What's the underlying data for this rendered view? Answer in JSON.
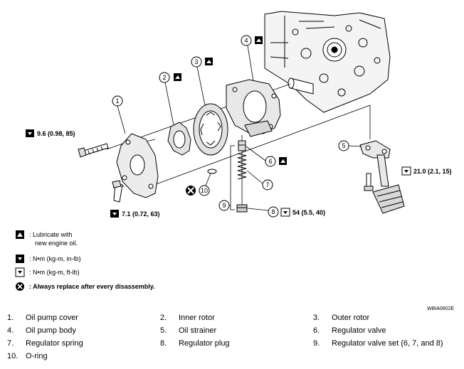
{
  "diagram": {
    "torques": {
      "bolt_cover": "9.6 (0.98, 85)",
      "bolt_lower": "7.1 (0.72, 63)",
      "strainer": "21.0 (2.1, 15)",
      "plug": "54 (5.5, 40)"
    },
    "callouts": [
      "1",
      "2",
      "3",
      "4",
      "5",
      "6",
      "7",
      "8",
      "9",
      "10"
    ],
    "legend": {
      "lubricate_line1": ": Lubricate with",
      "lubricate_line2": "new engine oil.",
      "torque_inlb": ": N•m (kg-m, in-lb)",
      "torque_ftlb": ": N•m (kg-m, ft-lb)",
      "replace": ": Always replace after every disassembly."
    },
    "reference_code": "WBIA0602E"
  },
  "parts_list": [
    {
      "num": "1.",
      "name": "Oil pump cover"
    },
    {
      "num": "2.",
      "name": "Inner rotor"
    },
    {
      "num": "3.",
      "name": "Outer rotor"
    },
    {
      "num": "4.",
      "name": "Oil pump body"
    },
    {
      "num": "5.",
      "name": "Oil strainer"
    },
    {
      "num": "6.",
      "name": "Regulator valve"
    },
    {
      "num": "7.",
      "name": "Regulator spring"
    },
    {
      "num": "8.",
      "name": "Regulator plug"
    },
    {
      "num": "9.",
      "name": "Regulator valve set (6, 7, and 8)"
    },
    {
      "num": "10.",
      "name": "O-ring"
    }
  ]
}
